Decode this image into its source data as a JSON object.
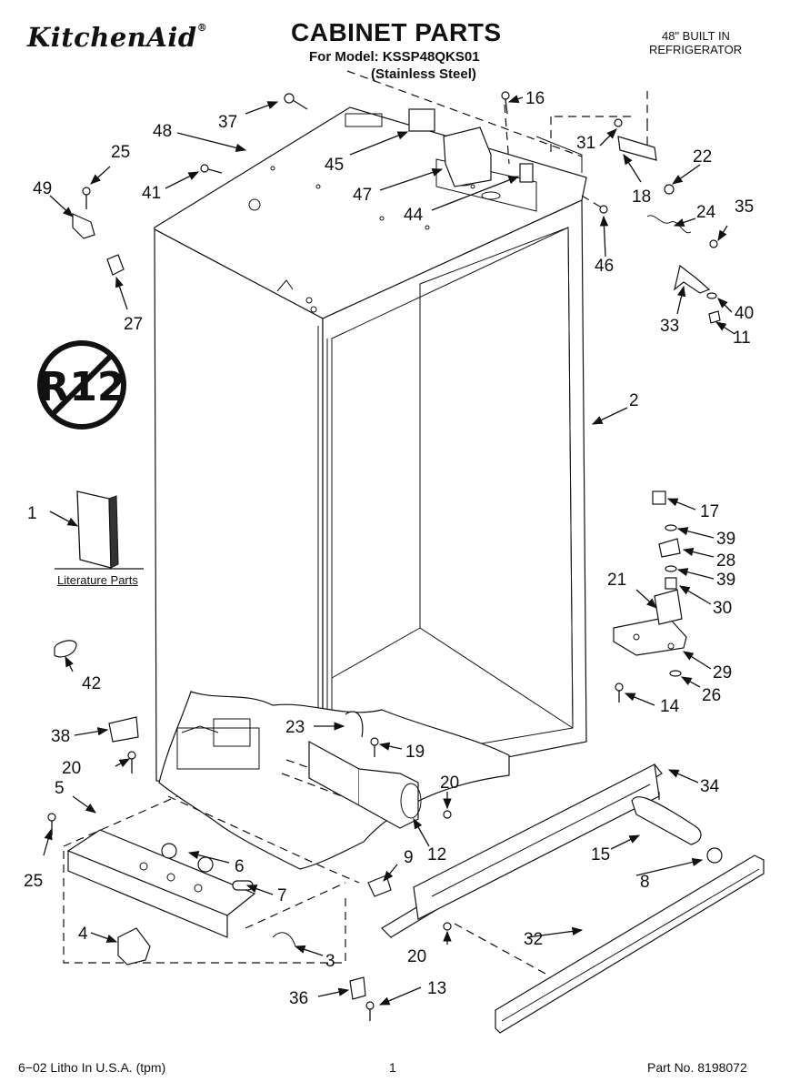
{
  "header": {
    "brand": "KitchenAid",
    "brand_mark": "®",
    "title": "CABINET PARTS",
    "model_line": "For Model: KSSP48QKS01",
    "finish_line": "(Stainless Steel)",
    "category_line1": "48\" BUILT IN",
    "category_line2": "REFRIGERATOR"
  },
  "badge": {
    "text": "R12",
    "icon": "no-r12-symbol-icon"
  },
  "literature": {
    "label": "Literature Parts",
    "icon": "manual-booklet-icon"
  },
  "callouts": [
    "1",
    "2",
    "3",
    "4",
    "5",
    "6",
    "7",
    "8",
    "9",
    "11",
    "12",
    "13",
    "14",
    "15",
    "16",
    "17",
    "18",
    "19",
    "20",
    "20",
    "20",
    "21",
    "22",
    "23",
    "24",
    "25",
    "25",
    "26",
    "27",
    "28",
    "29",
    "30",
    "31",
    "32",
    "33",
    "34",
    "35",
    "36",
    "37",
    "38",
    "39",
    "39",
    "40",
    "41",
    "42",
    "44",
    "45",
    "46",
    "47",
    "48",
    "49"
  ],
  "footer": {
    "left": "6−02 Litho In U.S.A. (tpm)",
    "page": "1",
    "part_no": "Part No. 8198072"
  }
}
